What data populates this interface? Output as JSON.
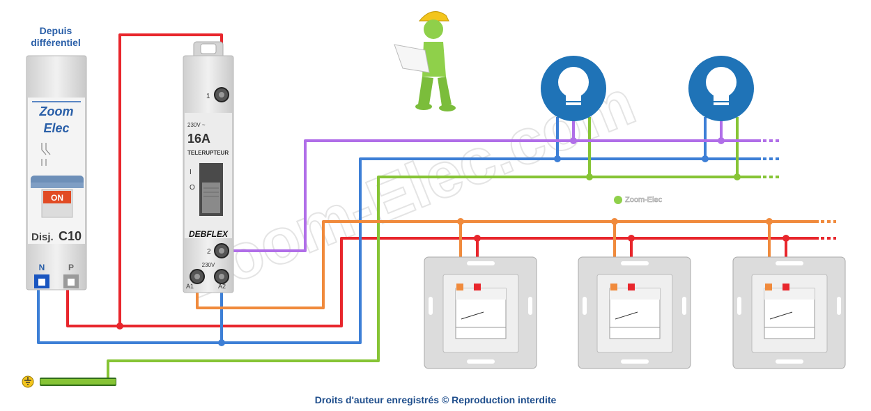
{
  "source": {
    "label": "Depuis\ndifférentiel"
  },
  "breaker": {
    "brand_line1": "Zoom",
    "brand_line2": "Elec",
    "state": "ON",
    "rating_prefix": "Disj.",
    "rating": "C10",
    "terminal_n": "N",
    "terminal_p": "P"
  },
  "relay": {
    "terminal_1": "1",
    "voltage": "230V ~",
    "current": "16A",
    "type": "TELERUPTEUR",
    "pos_i": "I",
    "pos_o": "O",
    "brand": "DEBFLEX",
    "terminal_2": "2",
    "coil_voltage": "230V",
    "terminal_a1": "A1",
    "terminal_a2": "A2"
  },
  "logo_text": "Zoom-Elec",
  "watermark": "Zoom-Elec.com",
  "footer": "Droits d'auteur enregistrés © Reproduction interdite",
  "colors": {
    "phase": "#e8262c",
    "neutral": "#3d7fd6",
    "earth": "#86c435",
    "return": "#b06ee8",
    "control": "#f08a3c",
    "lamp": "#1f73b7"
  },
  "icons": [
    "lamp-icon",
    "pushbutton-icon",
    "earth-icon",
    "worker-icon"
  ]
}
